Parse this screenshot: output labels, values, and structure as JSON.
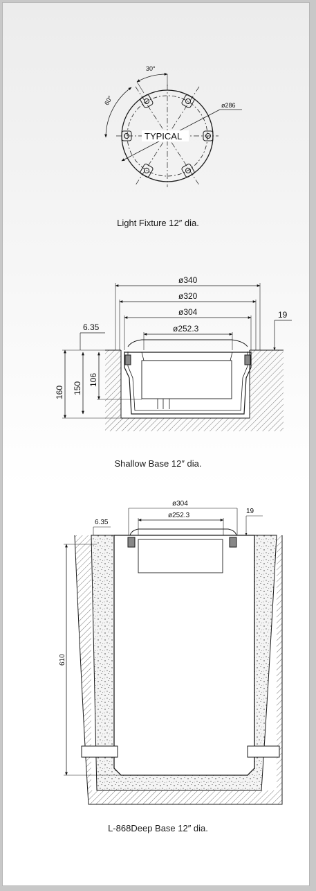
{
  "fixture": {
    "angle_30": "30°",
    "angle_60": "60°",
    "dia": "ø286",
    "typical": "TYPICAL",
    "caption": "Light Fixture 12″ dia."
  },
  "shallow": {
    "d340": "ø340",
    "d320": "ø320",
    "d304": "ø304",
    "d252": "ø252.3",
    "t635": "6.35",
    "t19": "19",
    "h160": "160",
    "h150": "150",
    "h106": "106",
    "caption": "Shallow Base 12″ dia."
  },
  "deep": {
    "d304": "ø304",
    "d252": "ø252.3",
    "t635": "6.35",
    "t19": "19",
    "h610": "610",
    "caption": "L-868Deep Base  12″ dia."
  },
  "colors": {
    "line": "#1a1a1a",
    "hatch": "#555555",
    "bg": "#ffffff"
  }
}
